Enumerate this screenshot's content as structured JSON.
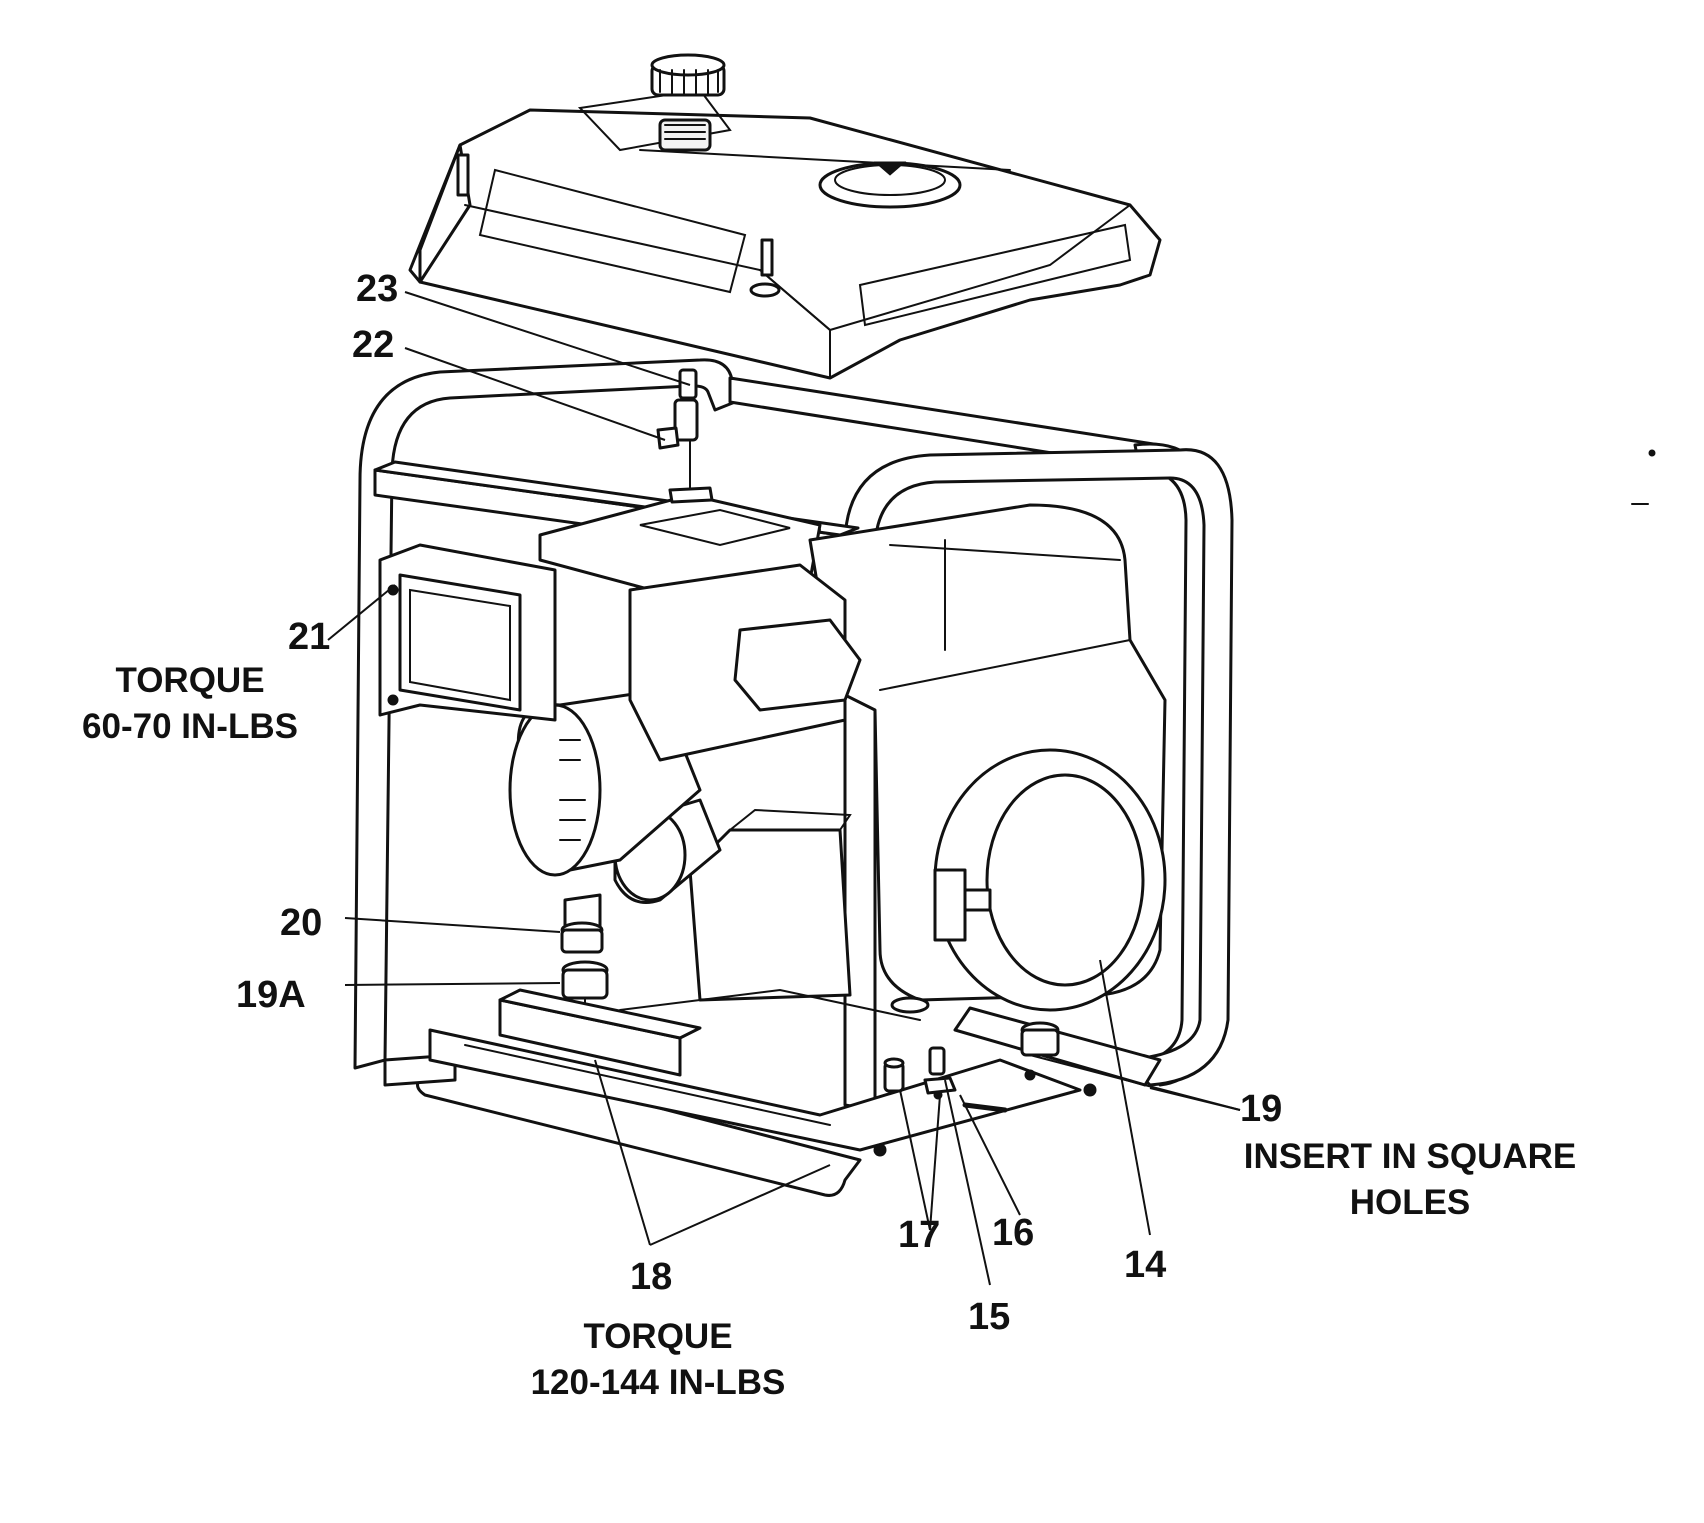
{
  "callouts": {
    "c23": "23",
    "c22": "22",
    "c21": "21",
    "c20": "20",
    "c19a": "19A",
    "c19": "19",
    "c18": "18",
    "c17": "17",
    "c16": "16",
    "c15": "15",
    "c14": "14"
  },
  "notes": {
    "torque_handle": {
      "line1": "TORQUE",
      "line2": "60-70 IN-LBS"
    },
    "torque_base": {
      "line1": "TORQUE",
      "line2": "120-144 IN-LBS"
    },
    "insert": {
      "line1": "INSERT IN SQUARE",
      "line2": "HOLES"
    }
  }
}
